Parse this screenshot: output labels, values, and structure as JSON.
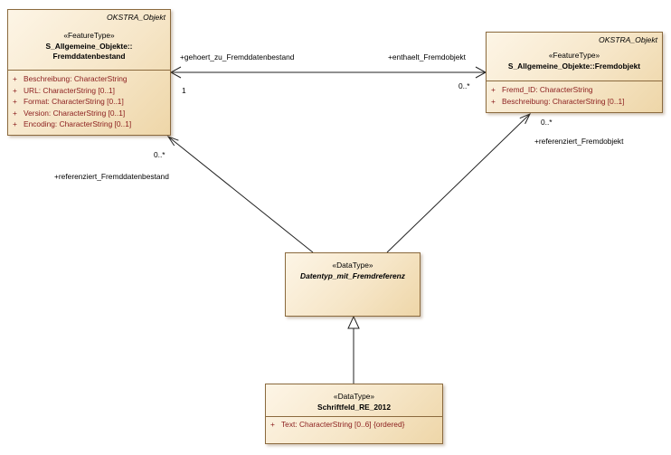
{
  "classes": {
    "fremddatenbestand": {
      "package": "OKSTRA_Objekt",
      "stereotype": "«FeatureType»",
      "name_line1": "S_Allgemeine_Objekte::",
      "name_line2": "Fremddatenbestand",
      "attributes": [
        {
          "vis": "+",
          "text": "Beschreibung: CharacterString"
        },
        {
          "vis": "+",
          "text": "URL: CharacterString [0..1]"
        },
        {
          "vis": "+",
          "text": "Format: CharacterString [0..1]"
        },
        {
          "vis": "+",
          "text": "Version: CharacterString [0..1]"
        },
        {
          "vis": "+",
          "text": "Encoding: CharacterString [0..1]"
        }
      ]
    },
    "fremdobjekt": {
      "package": "OKSTRA_Objekt",
      "stereotype": "«FeatureType»",
      "name": "S_Allgemeine_Objekte::Fremdobjekt",
      "attributes": [
        {
          "vis": "+",
          "text": "Fremd_ID: CharacterString"
        },
        {
          "vis": "+",
          "text": "Beschreibung: CharacterString [0..1]"
        }
      ]
    },
    "datentyp": {
      "stereotype": "«DataType»",
      "name": "Datentyp_mit_Fremdreferenz"
    },
    "schriftfeld": {
      "stereotype": "«DataType»",
      "name": "Schriftfeld_RE_2012",
      "attributes": [
        {
          "vis": "+",
          "text": "Text: CharacterString [0..6] {ordered}"
        }
      ]
    }
  },
  "labels": {
    "gehoert_role": "+gehoert_zu_Fremddatenbestand",
    "gehoert_mult": "1",
    "enthaelt_role": "+enthaelt_Fremdobjekt",
    "enthaelt_mult": "0..*",
    "ref_fdb_role": "+referenziert_Fremddatenbestand",
    "ref_fdb_mult": "0..*",
    "ref_fo_role": "+referenziert_Fremdobjekt",
    "ref_fo_mult": "0..*"
  }
}
